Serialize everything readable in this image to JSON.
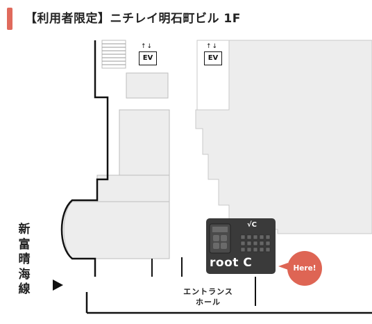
{
  "header": {
    "title": "【利用者限定】ニチレイ明石町ビル 1F",
    "accent_color": "#e06a5c"
  },
  "map": {
    "road_label_chars": [
      "新",
      "富",
      "晴",
      "海",
      "線"
    ],
    "road_arrow_icon": "triangle-right-icon",
    "elevators": [
      {
        "label": "EV",
        "arrows": "↑↓"
      },
      {
        "label": "EV",
        "arrows": "↑↓"
      }
    ],
    "entrance_label_line1": "エントランス",
    "entrance_label_line2": "ホール",
    "shop": {
      "name": "root C",
      "logo_text": "√C",
      "color": "#3a3a3a"
    },
    "marker": {
      "label": "Here!",
      "color": "#de6554"
    },
    "building_fill": "#ededed"
  }
}
